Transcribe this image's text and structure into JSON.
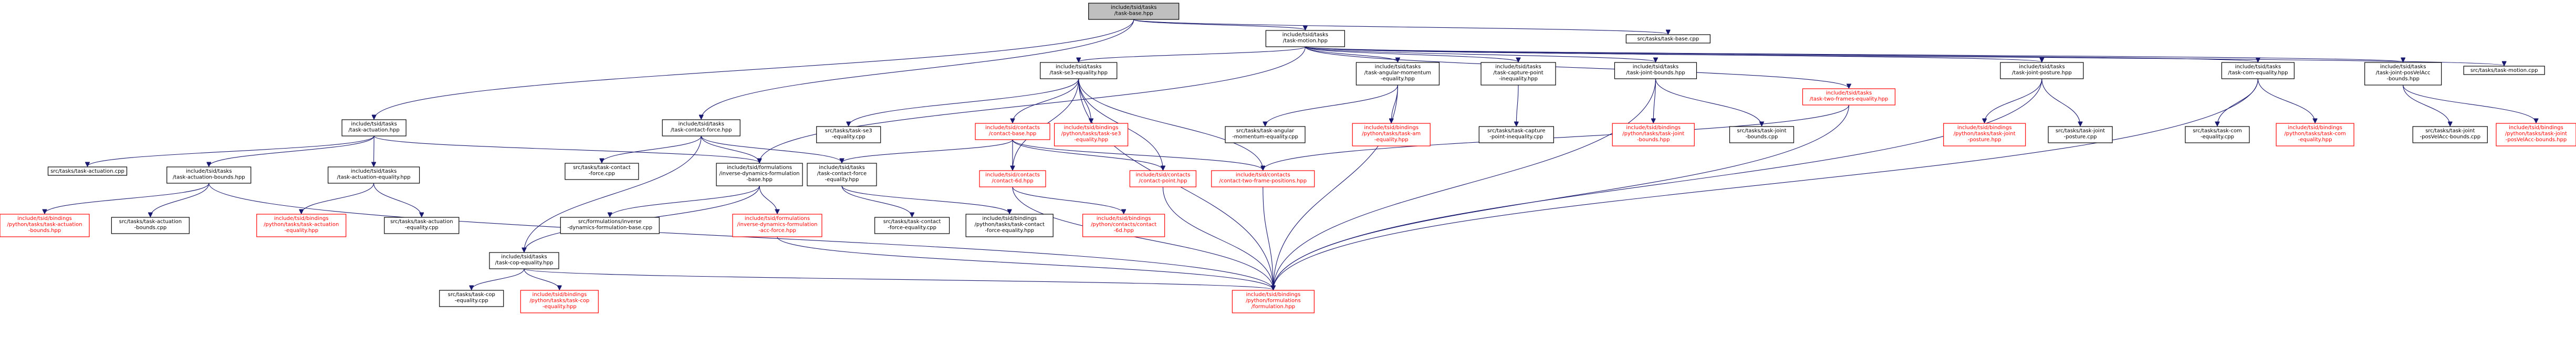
{
  "diagram": {
    "nodes": [
      {
        "id": "n00",
        "lines": [
          "include/tsid/tasks",
          "/task-base.hpp"
        ],
        "style": "root"
      },
      {
        "id": "n01",
        "lines": [
          "include/tsid/tasks",
          "/task-motion.hpp"
        ],
        "style": "normal"
      },
      {
        "id": "n02",
        "lines": [
          "src/tasks/task-base.cpp"
        ],
        "style": "normal"
      },
      {
        "id": "n03",
        "lines": [
          "include/tsid/tasks",
          "/task-actuation.hpp"
        ],
        "style": "normal"
      },
      {
        "id": "n04",
        "lines": [
          "include/tsid/tasks",
          "/task-contact-force.hpp"
        ],
        "style": "normal"
      },
      {
        "id": "n05",
        "lines": [
          "include/tsid/tasks",
          "/task-se3-equality.hpp"
        ],
        "style": "normal"
      },
      {
        "id": "n06",
        "lines": [
          "include/tsid/tasks",
          "/task-angular-momentum",
          "-equality.hpp"
        ],
        "style": "normal"
      },
      {
        "id": "n07",
        "lines": [
          "include/tsid/tasks",
          "/task-capture-point",
          "-inequality.hpp"
        ],
        "style": "normal"
      },
      {
        "id": "n08",
        "lines": [
          "include/tsid/tasks",
          "/task-joint-bounds.hpp"
        ],
        "style": "normal"
      },
      {
        "id": "n09",
        "lines": [
          "include/tsid/tasks",
          "/task-two-frames-equality.hpp"
        ],
        "style": "red"
      },
      {
        "id": "n10",
        "lines": [
          "include/tsid/tasks",
          "/task-joint-posture.hpp"
        ],
        "style": "normal"
      },
      {
        "id": "n11",
        "lines": [
          "include/tsid/tasks",
          "/task-com-equality.hpp"
        ],
        "style": "normal"
      },
      {
        "id": "n12",
        "lines": [
          "include/tsid/tasks",
          "/task-joint-posVelAcc",
          "-bounds.hpp"
        ],
        "style": "normal"
      },
      {
        "id": "n13",
        "lines": [
          "src/tasks/task-motion.cpp"
        ],
        "style": "normal"
      },
      {
        "id": "n14",
        "lines": [
          "src/tasks/task-actuation.cpp"
        ],
        "style": "normal"
      },
      {
        "id": "n15",
        "lines": [
          "include/tsid/tasks",
          "/task-actuation-bounds.hpp"
        ],
        "style": "normal"
      },
      {
        "id": "n16",
        "lines": [
          "include/tsid/tasks",
          "/task-actuation-equality.hpp"
        ],
        "style": "normal"
      },
      {
        "id": "n17",
        "lines": [
          "include/tsid/formulations",
          "/inverse-dynamics-formulation",
          "-base.hpp"
        ],
        "style": "normal"
      },
      {
        "id": "n18",
        "lines": [
          "src/tasks/task-contact",
          "-force.cpp"
        ],
        "style": "normal"
      },
      {
        "id": "n19",
        "lines": [
          "include/tsid/tasks",
          "/task-contact-force",
          "-equality.hpp"
        ],
        "style": "normal"
      },
      {
        "id": "n20",
        "lines": [
          "src/tasks/task-se3",
          "-equality.cpp"
        ],
        "style": "normal"
      },
      {
        "id": "n21",
        "lines": [
          "include/tsid/contacts",
          "/contact-base.hpp"
        ],
        "style": "red"
      },
      {
        "id": "n22",
        "lines": [
          "include/tsid/bindings",
          "/python/tasks/task-se3",
          "-equality.hpp"
        ],
        "style": "red"
      },
      {
        "id": "n23",
        "lines": [
          "src/tasks/task-angular",
          "-momentum-equality.cpp"
        ],
        "style": "normal"
      },
      {
        "id": "n24",
        "lines": [
          "include/tsid/bindings",
          "/python/tasks/task-am",
          "-equality.hpp"
        ],
        "style": "red"
      },
      {
        "id": "n25",
        "lines": [
          "src/tasks/task-capture",
          "-point-inequality.cpp"
        ],
        "style": "normal"
      },
      {
        "id": "n26",
        "lines": [
          "include/tsid/bindings",
          "/python/tasks/task-joint",
          "-bounds.hpp"
        ],
        "style": "red"
      },
      {
        "id": "n27",
        "lines": [
          "src/tasks/task-joint",
          "-bounds.cpp"
        ],
        "style": "normal"
      },
      {
        "id": "n28",
        "lines": [
          "include/tsid/bindings",
          "/python/tasks/task-joint",
          "-posture.hpp"
        ],
        "style": "red"
      },
      {
        "id": "n29",
        "lines": [
          "src/tasks/task-joint",
          "-posture.cpp"
        ],
        "style": "normal"
      },
      {
        "id": "n30",
        "lines": [
          "src/tasks/task-com",
          "-equality.cpp"
        ],
        "style": "normal"
      },
      {
        "id": "n31",
        "lines": [
          "include/tsid/bindings",
          "/python/tasks/task-com",
          "-equality.hpp"
        ],
        "style": "red"
      },
      {
        "id": "n32",
        "lines": [
          "src/tasks/task-joint",
          "-posVelAcc-bounds.cpp"
        ],
        "style": "normal"
      },
      {
        "id": "n33",
        "lines": [
          "include/tsid/bindings",
          "/python/tasks/task-joint",
          "-posVelAcc-bounds.hpp"
        ],
        "style": "red"
      },
      {
        "id": "n34",
        "lines": [
          "include/tsid/bindings",
          "/python/tasks/task-actuation",
          "-bounds.hpp"
        ],
        "style": "red"
      },
      {
        "id": "n35",
        "lines": [
          "src/tasks/task-actuation",
          "-bounds.cpp"
        ],
        "style": "normal"
      },
      {
        "id": "n36",
        "lines": [
          "include/tsid/bindings",
          "/python/tasks/task-actuation",
          "-equality.hpp"
        ],
        "style": "red"
      },
      {
        "id": "n37",
        "lines": [
          "src/tasks/task-actuation",
          "-equality.cpp"
        ],
        "style": "normal"
      },
      {
        "id": "n38",
        "lines": [
          "include/tsid/tasks",
          "/task-cop-equality.hpp"
        ],
        "style": "normal"
      },
      {
        "id": "n39",
        "lines": [
          "src/formulations/inverse",
          "-dynamics-formulation-base.cpp"
        ],
        "style": "normal"
      },
      {
        "id": "n40",
        "lines": [
          "include/tsid/formulations",
          "/inverse-dynamics-formulation",
          "-acc-force.hpp"
        ],
        "style": "red"
      },
      {
        "id": "n41",
        "lines": [
          "src/tasks/task-contact",
          "-force-equality.cpp"
        ],
        "style": "normal"
      },
      {
        "id": "n42",
        "lines": [
          "include/tsid/bindings",
          "/python/tasks/task-contact",
          "-force-equality.hpp"
        ],
        "style": "normal"
      },
      {
        "id": "n43",
        "lines": [
          "include/tsid/contacts",
          "/contact-6d.hpp"
        ],
        "style": "red"
      },
      {
        "id": "n44",
        "lines": [
          "include/tsid/contacts",
          "/contact-point.hpp"
        ],
        "style": "red"
      },
      {
        "id": "n45",
        "lines": [
          "include/tsid/contacts",
          "/contact-two-frame-positions.hpp"
        ],
        "style": "red"
      },
      {
        "id": "n46",
        "lines": [
          "include/tsid/bindings",
          "/python/contacts/contact",
          "-6d.hpp"
        ],
        "style": "red"
      },
      {
        "id": "n47",
        "lines": [
          "src/tasks/task-cop",
          "-equality.cpp"
        ],
        "style": "normal"
      },
      {
        "id": "n48",
        "lines": [
          "include/tsid/bindings",
          "/python/tasks/task-cop",
          "-equality.hpp"
        ],
        "style": "red"
      },
      {
        "id": "n49",
        "lines": [
          "include/tsid/bindings",
          "/python/formulations",
          "/formulation.hpp"
        ],
        "style": "red"
      }
    ],
    "edges": [
      [
        "n00",
        "n01"
      ],
      [
        "n00",
        "n02"
      ],
      [
        "n00",
        "n03"
      ],
      [
        "n00",
        "n04"
      ],
      [
        "n01",
        "n05"
      ],
      [
        "n01",
        "n06"
      ],
      [
        "n01",
        "n07"
      ],
      [
        "n01",
        "n08"
      ],
      [
        "n01",
        "n09"
      ],
      [
        "n01",
        "n10"
      ],
      [
        "n01",
        "n11"
      ],
      [
        "n01",
        "n12"
      ],
      [
        "n01",
        "n13"
      ],
      [
        "n01",
        "n17"
      ],
      [
        "n03",
        "n14"
      ],
      [
        "n03",
        "n15"
      ],
      [
        "n03",
        "n16"
      ],
      [
        "n03",
        "n17"
      ],
      [
        "n04",
        "n17"
      ],
      [
        "n04",
        "n18"
      ],
      [
        "n04",
        "n19"
      ],
      [
        "n04",
        "n38"
      ],
      [
        "n05",
        "n20"
      ],
      [
        "n05",
        "n21"
      ],
      [
        "n05",
        "n22"
      ],
      [
        "n05",
        "n43"
      ],
      [
        "n05",
        "n44"
      ],
      [
        "n05",
        "n45"
      ],
      [
        "n05",
        "n49"
      ],
      [
        "n06",
        "n23"
      ],
      [
        "n06",
        "n24"
      ],
      [
        "n06",
        "n49"
      ],
      [
        "n07",
        "n25"
      ],
      [
        "n08",
        "n26"
      ],
      [
        "n08",
        "n27"
      ],
      [
        "n08",
        "n49"
      ],
      [
        "n09",
        "n45"
      ],
      [
        "n09",
        "n49"
      ],
      [
        "n10",
        "n28"
      ],
      [
        "n10",
        "n29"
      ],
      [
        "n10",
        "n49"
      ],
      [
        "n11",
        "n30"
      ],
      [
        "n11",
        "n31"
      ],
      [
        "n11",
        "n49"
      ],
      [
        "n12",
        "n32"
      ],
      [
        "n12",
        "n33"
      ],
      [
        "n15",
        "n34"
      ],
      [
        "n15",
        "n35"
      ],
      [
        "n15",
        "n49"
      ],
      [
        "n16",
        "n36"
      ],
      [
        "n16",
        "n37"
      ],
      [
        "n17",
        "n38"
      ],
      [
        "n17",
        "n39"
      ],
      [
        "n17",
        "n40"
      ],
      [
        "n19",
        "n41"
      ],
      [
        "n19",
        "n42"
      ],
      [
        "n21",
        "n19"
      ],
      [
        "n21",
        "n43"
      ],
      [
        "n21",
        "n44"
      ],
      [
        "n21",
        "n45"
      ],
      [
        "n38",
        "n47"
      ],
      [
        "n38",
        "n48"
      ],
      [
        "n38",
        "n49"
      ],
      [
        "n40",
        "n49"
      ],
      [
        "n43",
        "n46"
      ],
      [
        "n43",
        "n49"
      ],
      [
        "n44",
        "n49"
      ],
      [
        "n45",
        "n49"
      ]
    ]
  }
}
